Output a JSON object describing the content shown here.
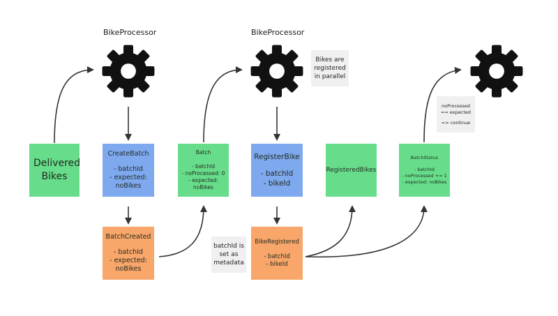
{
  "processors": {
    "p1_label": "BikeProcessor",
    "p2_label": "BikeProcessor"
  },
  "stickies": {
    "delivered": {
      "title": "Delivered Bikes"
    },
    "create_batch": {
      "title": "CreateBatch",
      "lines": [
        "- batchId",
        "- expected:",
        "noBikes"
      ]
    },
    "batch": {
      "title": "Batch",
      "lines": [
        "- batchId",
        "- noProcessed: 0",
        "- expected:",
        "noBikes"
      ]
    },
    "register_bike": {
      "title": "RegisterBike",
      "lines": [
        "- batchId",
        "- bikeId"
      ]
    },
    "registered_bikes": {
      "title": "RegisteredBikes"
    },
    "batch_status": {
      "title": "BatchStatus",
      "lines": [
        "- batchId",
        "- noProcessed += 1",
        "- expected: noBikes"
      ]
    },
    "batch_created": {
      "title": "BatchCreated",
      "lines": [
        "- batchId",
        "- expected:",
        "noBikes"
      ]
    },
    "bike_registered": {
      "title": "BikeRegistered",
      "lines": [
        "- batchId",
        "- bikeId"
      ]
    }
  },
  "notes": {
    "parallel": [
      "Bikes are",
      "registered",
      "in parallel"
    ],
    "metadata": [
      "batchId is",
      "set as",
      "metadata"
    ],
    "continue": [
      "noProcessed",
      "== expected",
      "",
      "=> continue"
    ]
  },
  "colors": {
    "event": "#67dd8b",
    "command": "#7fa9ef",
    "domain_event": "#f8a66a",
    "note": "#f0f0f0",
    "arrow": "#333333",
    "gear": "#111111"
  },
  "icons": [
    "gear-icon"
  ]
}
